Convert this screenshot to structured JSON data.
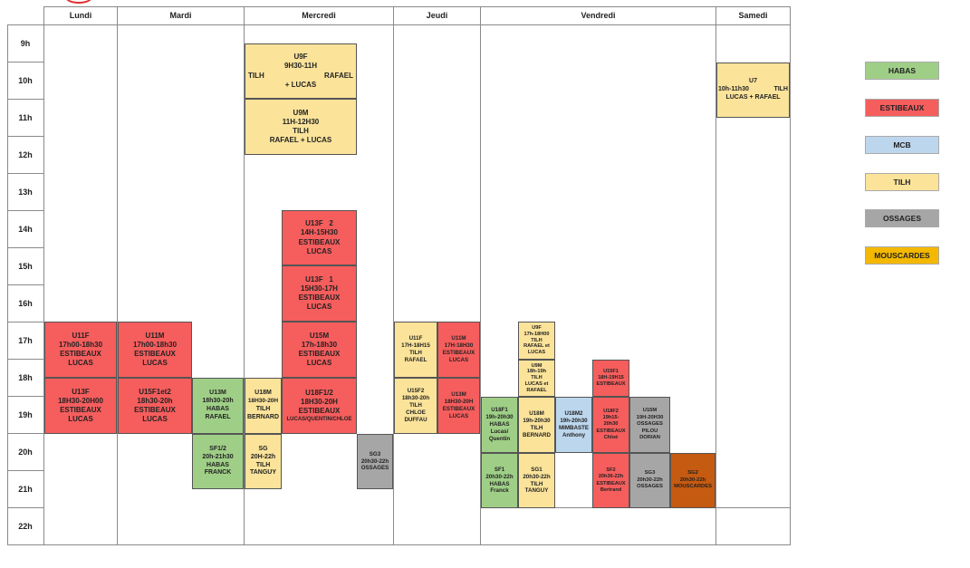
{
  "colors": {
    "habas": "#9fcf87",
    "estibeaux": "#f65d5d",
    "mcb": "#bcd6ed",
    "tilh": "#fbe39a",
    "ossages": "#a6a6a6",
    "mouscardes": "#f4b800",
    "sg2": "#c55a11"
  },
  "days": [
    "Lundi",
    "Mardi",
    "Mercredi",
    "Jeudi",
    "Vendredi",
    "Samedi"
  ],
  "hours": [
    "9h",
    "10h",
    "11h",
    "12h",
    "13h",
    "14h",
    "15h",
    "16h",
    "17h",
    "18h",
    "19h",
    "20h",
    "21h",
    "22h"
  ],
  "legend": [
    "HABAS",
    "ESTIBEAUX",
    "MCB",
    "TILH",
    "OSSAGES",
    "MOUSCARDES"
  ],
  "slots": {
    "u9f": [
      "U9F",
      "9H30-11H",
      "TILH",
      "RAFAEL",
      "+ LUCAS"
    ],
    "u9m": [
      "U9M",
      "11H-12H30",
      "TILH",
      "RAFAEL + LUCAS"
    ],
    "u13f2": [
      "U13F   2",
      "14H-15H30",
      "ESTIBEAUX",
      "LUCAS"
    ],
    "u13f1": [
      "U13F   1",
      "15H30-17H",
      "ESTIBEAUX",
      "LUCAS"
    ],
    "u15m": [
      "U15M",
      "17h-18h30",
      "ESTIBEAUX",
      "LUCAS"
    ],
    "u18f12": [
      "U18F1/2",
      "18H30-20H",
      "ESTIBEAUX",
      "LUCAS/QUENTIN/CHLOE"
    ],
    "u18m_mer": [
      "U18M",
      "18H30-20H",
      "TILH",
      "BERNARD"
    ],
    "sg_mer": [
      "SG",
      "20H-22h",
      "TILH",
      "TANGUY"
    ],
    "sg3_mer": [
      "SG3",
      "20h30-22h",
      "OSSAGES"
    ],
    "u11f_lun": [
      "U11F",
      "17h00-18h30",
      "ESTIBEAUX",
      "LUCAS"
    ],
    "u13f_lun": [
      "U13F",
      "18H30-20H00",
      "ESTIBEAUX",
      "LUCAS"
    ],
    "u11m_mar": [
      "U11M",
      "17h00-18h30",
      "ESTIBEAUX",
      "LUCAS"
    ],
    "u15f_mar": [
      "U15F1et2",
      "18h30-20h",
      "ESTIBEAUX",
      "LUCAS"
    ],
    "u13m_mar": [
      "U13M",
      "18h30-20h",
      "HABAS",
      "RAFAEL"
    ],
    "sf12_mar": [
      "SF1/2",
      "20h-21h30",
      "HABAS",
      "FRANCK"
    ],
    "u11f_jeu": [
      "U11F",
      "17H-18H15",
      "TILH",
      "RAFAEL"
    ],
    "u15f2_jeu": [
      "U15F2",
      "18h30-20h",
      "TILH",
      "CHLOE",
      "DUFFAU"
    ],
    "u11m_jeu": [
      "U11M",
      "17H-18H30",
      "ESTIBEAUX",
      "LUCAS"
    ],
    "u13m_jeu": [
      "U13M",
      "18H30-20H",
      "ESTIBEAUX",
      "LUCAS"
    ],
    "u18f1_ven": [
      "U18F1",
      "19h-20h30",
      "HABAS",
      "Lucas/",
      "Quentin"
    ],
    "sf1_ven": [
      "SF1",
      "20h30-22h",
      "HABAS",
      "Franck"
    ],
    "u9f_ven": [
      "U9F",
      "17h-18H00",
      "TILH",
      "RAFAEL et",
      "LUCAS"
    ],
    "u9m_ven": [
      "U9M",
      "18h-19h",
      "TILH",
      "LUCAS et",
      "RAFAEL"
    ],
    "u18m_ven": [
      "U18M",
      "19h-20h30",
      "TILH",
      "BERNARD"
    ],
    "sg1_ven": [
      "SG1",
      "20h30-22h",
      "TILH",
      "TANGUY"
    ],
    "u18m2_ven": [
      "U18M2",
      "19h-20h30",
      "MIMBASTE",
      "Anthony"
    ],
    "u15f1_ven": [
      "U15F1",
      "18H-19H15",
      "ESTIBEAUX"
    ],
    "u18f2_ven": [
      "U18F2",
      "19h15-",
      "20h30",
      "ESTIBEAUX",
      "Chloé"
    ],
    "sf2_ven": [
      "SF2",
      "20h30-22h",
      "ESTIBEAUX",
      "Bertrand"
    ],
    "u15m_ven": [
      "U15M",
      "19H-20H30",
      "OSSAGES",
      "PILOU",
      "DORIAN"
    ],
    "sg3_ven": [
      "SG3",
      "20h30-22h",
      "OSSAGES"
    ],
    "sg2_ven": [
      "SG2",
      "20h30-22h",
      "MOUSCARDES"
    ],
    "u7_sam": [
      "U7",
      "10h-11h30",
      "TILH",
      "LUCAS + RAFAEL"
    ]
  }
}
